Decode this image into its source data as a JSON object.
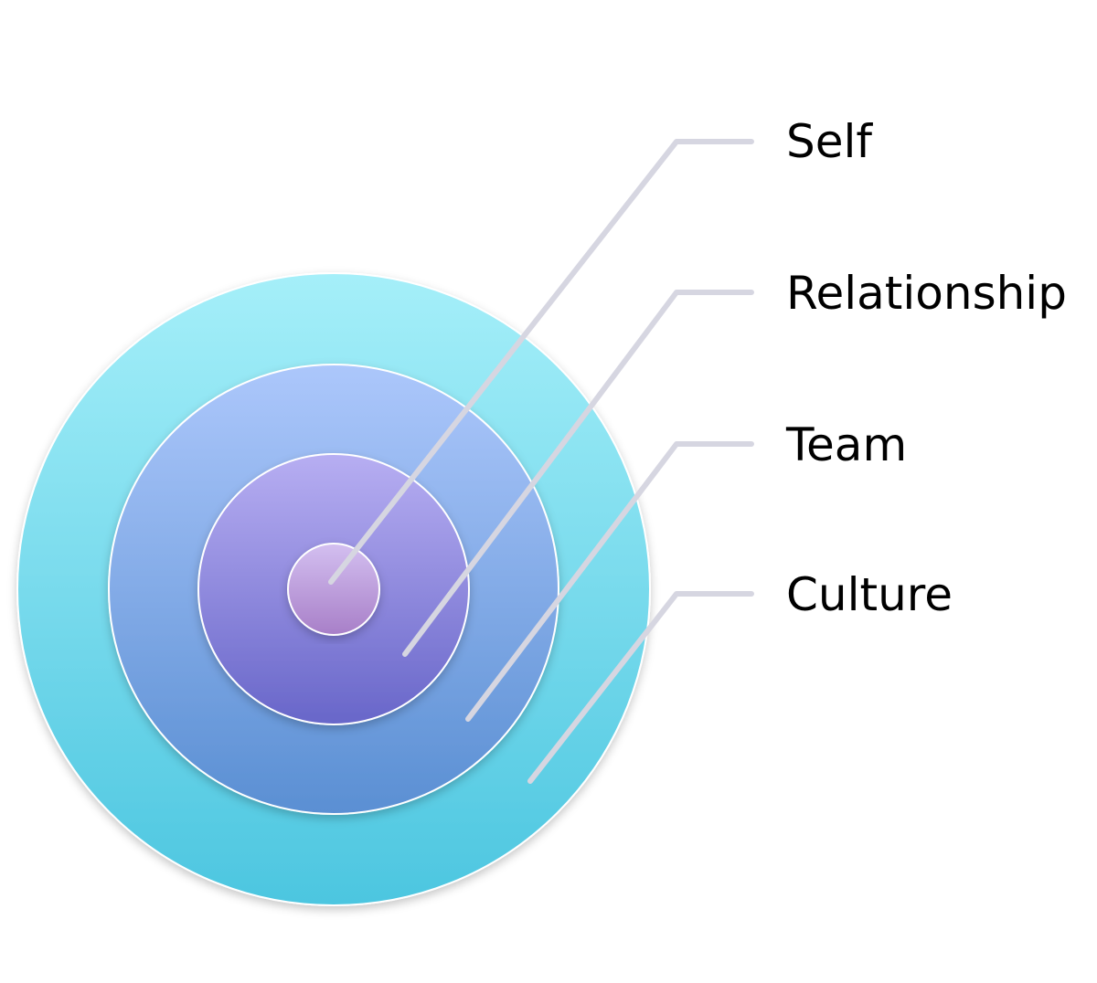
{
  "diagram": {
    "type": "nested-rings",
    "rings": [
      {
        "label": "Self",
        "color_top": "#d3bff0",
        "color_bottom": "#a87fc8"
      },
      {
        "label": "Relationship",
        "color_top": "#b7aef2",
        "color_bottom": "#6866c9"
      },
      {
        "label": "Team",
        "color_top": "#acc7fb",
        "color_bottom": "#5a8fd3"
      },
      {
        "label": "Culture",
        "color_top": "#a5eff9",
        "color_bottom": "#4cc6e0"
      }
    ],
    "leader_color": "#d6d6e1",
    "label_color": "#000000"
  }
}
